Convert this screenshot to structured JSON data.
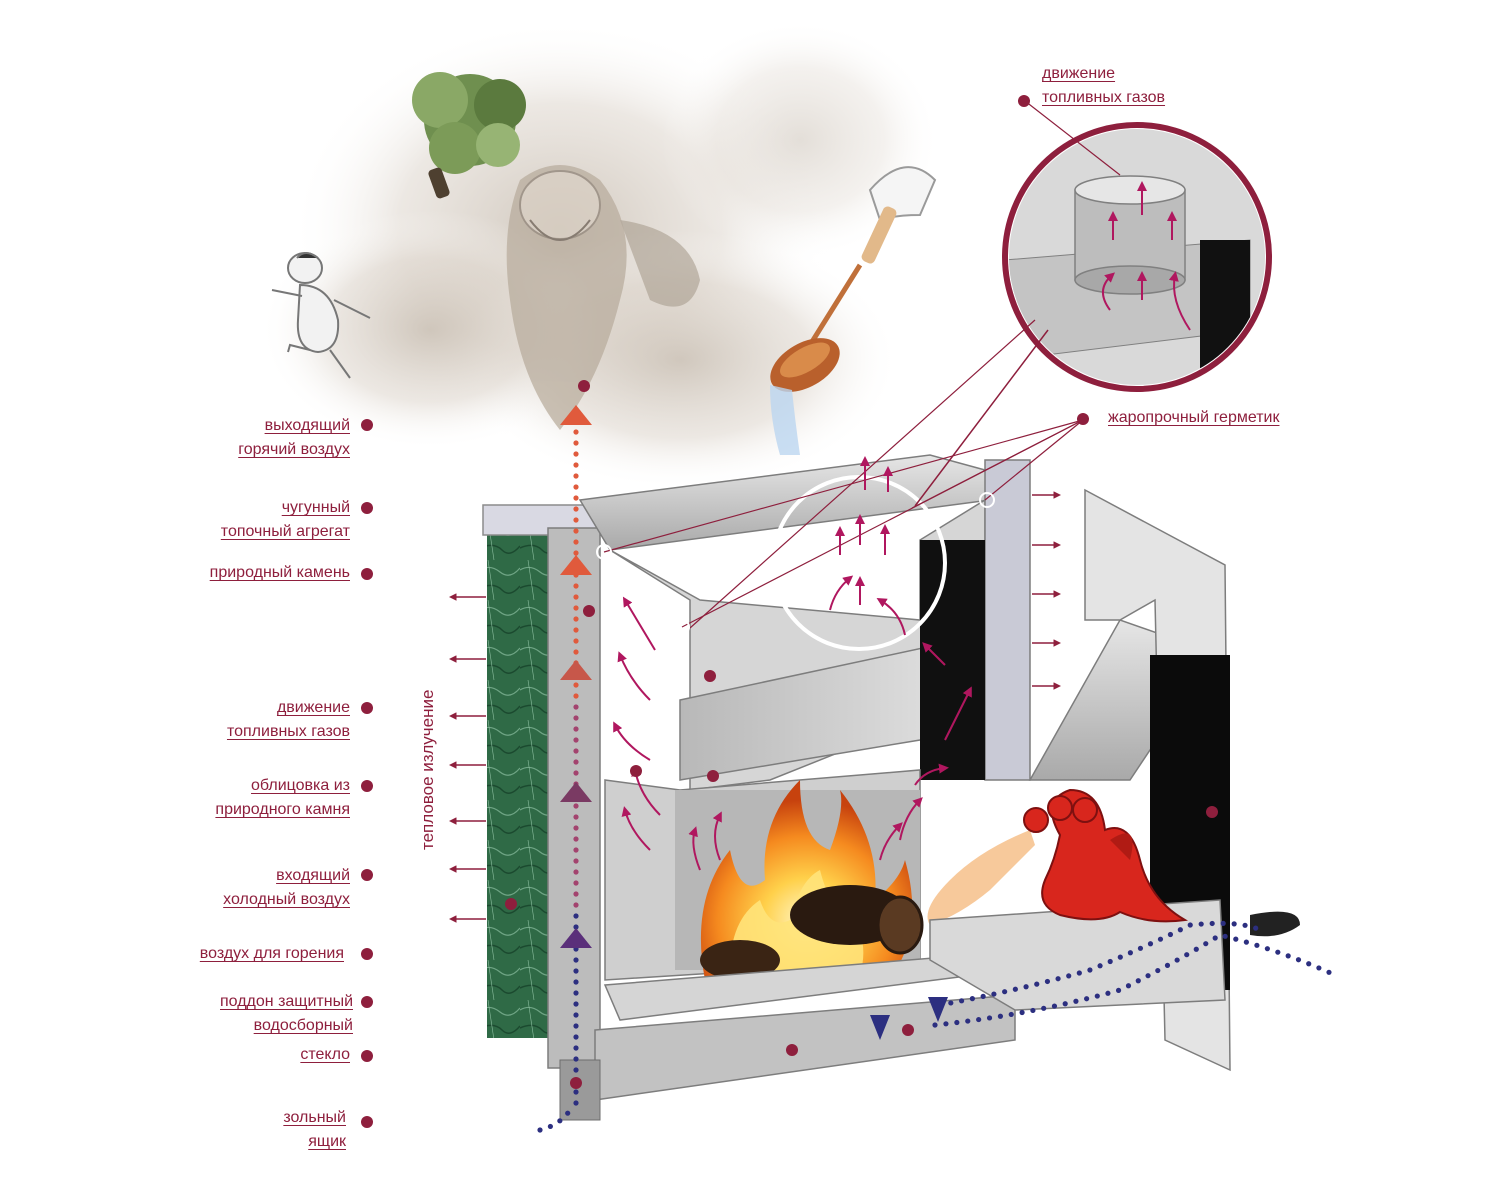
{
  "colors": {
    "label": "#8e1f3d",
    "hot_arrow": "#e05a3c",
    "cold_arrow": "#2c2f80",
    "flow_arrow": "#b0175f",
    "stone": "#2f6a46",
    "steel": "#c8c8c8",
    "flame": "#f5a623",
    "dragon": "#d8261d"
  },
  "icons": [
    "birch-broom-icon",
    "steam-spirit-icon",
    "running-man-icon",
    "ladle-icon",
    "dragon-icon",
    "flame-icon",
    "log-icon"
  ],
  "labels": {
    "hot_air_out": [
      "выходящий",
      "горячий воздух"
    ],
    "cast_iron_unit": [
      "чугунный",
      "топочный агрегат"
    ],
    "natural_stone": [
      "природный камень"
    ],
    "fuel_gas_motion": [
      "движение",
      "топливных газов"
    ],
    "stone_cladding": [
      "облицовка из",
      "природного камня"
    ],
    "cold_air_in": [
      "входящий",
      "холодный воздух"
    ],
    "combustion_air": [
      "воздух для горения"
    ],
    "drip_tray": [
      "поддон защитный",
      "водосборный"
    ],
    "glass": [
      "стекло"
    ],
    "ash_box": [
      "зольный",
      "ящик"
    ],
    "heat_sealant": [
      "жаропрочный герметик"
    ],
    "inset_fuel_gas_motion": [
      "движение",
      "топливных газов"
    ],
    "thermal_radiation": "тепловое излучение"
  }
}
